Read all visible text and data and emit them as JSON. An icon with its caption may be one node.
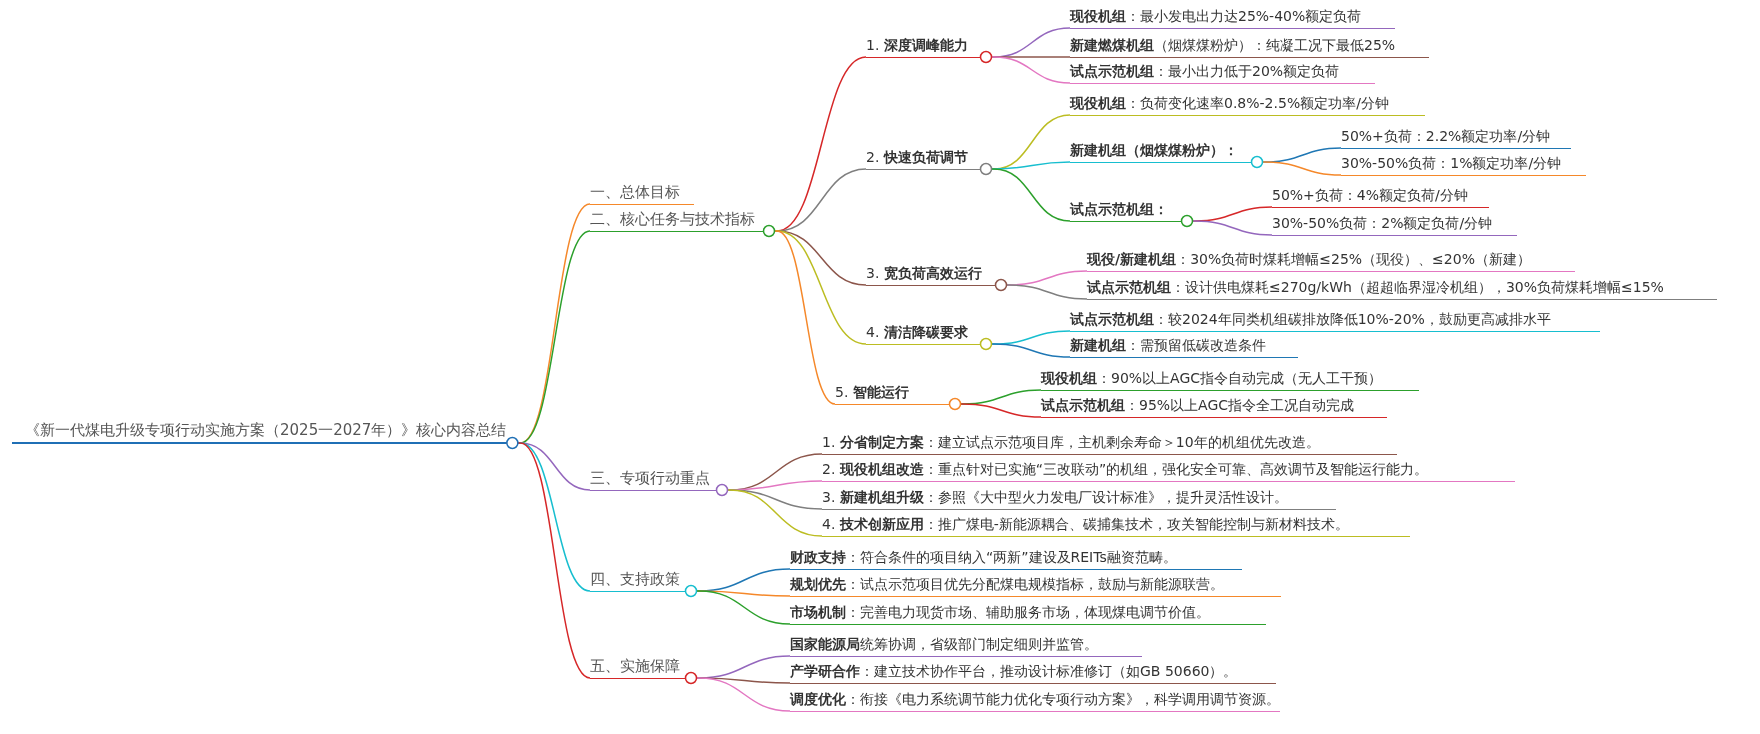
{
  "diagram": {
    "nodes": [
      {
        "text": [
          "《新一代煤电升级专项行动实施方案（2025一2027年）》核心内容总结"
        ]
      },
      {
        "text": [
          "一、总体目标"
        ]
      },
      {
        "text": [
          "二、核心任务与技术指标"
        ]
      },
      {
        "text": [
          "1. **深度调峰能力**"
        ]
      },
      {
        "text": [
          "**现役机组**：最小发电出力达25%-40%额定负荷"
        ]
      },
      {
        "text": [
          "**新建燃煤机组**（烟煤煤粉炉）：纯凝工况下最低25%"
        ]
      },
      {
        "text": [
          "**试点示范机组**：最小出力低于20%额定负荷"
        ]
      },
      {
        "text": [
          "2. **快速负荷调节**"
        ]
      },
      {
        "text": [
          "**现役机组**：负荷变化速率0.8%-2.5%额定功率/分钟"
        ]
      },
      {
        "text": [
          "新建机组（烟煤煤粉炉）："
        ]
      },
      {
        "text": [
          "50%+负荷：2.2%额定功率/分钟"
        ]
      },
      {
        "text": [
          "30%-50%负荷：1%额定功率/分钟"
        ]
      },
      {
        "text": [
          "试点示范机组："
        ]
      },
      {
        "text": [
          "50%+负荷：4%额定负荷/分钟"
        ]
      },
      {
        "text": [
          "30%-50%负荷：2%额定负荷/分钟"
        ]
      },
      {
        "text": [
          "3. **宽负荷高效运行**"
        ]
      },
      {
        "text": [
          "**现役/新建机组**：30%负荷时煤耗增幅≤25%（现役）、≤20%（新建）"
        ]
      },
      {
        "text": [
          "**试点示范机组**：设计供电煤耗≤270g/kWh（超超临界湿冷机组），30%负荷煤耗增幅≤15%"
        ]
      },
      {
        "text": [
          "4. **清洁降碳要求**"
        ]
      },
      {
        "text": [
          "**试点示范机组**：较2024年同类机组碳排放降低10%-20%，鼓励更高减排水平"
        ]
      },
      {
        "text": [
          "**新建机组**：需预留低碳改造条件"
        ]
      },
      {
        "text": [
          "5. **智能运行**"
        ]
      },
      {
        "text": [
          "**现役机组**：90%以上AGC指令自动完成（无人工干预）"
        ]
      },
      {
        "text": [
          "**试点示范机组**：95%以上AGC指令全工况自动完成"
        ]
      },
      {
        "text": [
          "三、专项行动重点"
        ]
      },
      {
        "text": [
          "1. **分省制定方案**：建立试点示范项目库，主机剩余寿命＞10年的机组优先改造。"
        ]
      },
      {
        "text": [
          "2. **现役机组改造**：重点针对已实施“三改联动”的机组，强化安全可靠、高效调节及智能运行能力。"
        ]
      },
      {
        "text": [
          "3. **新建机组升级**：参照《大中型火力发电厂设计标准》，提升灵活性设计。"
        ]
      },
      {
        "text": [
          "4. **技术创新应用**：推广煤电-新能源耦合、碳捕集技术，攻关智能控制与新材料技术。"
        ]
      },
      {
        "text": [
          "四、支持政策"
        ]
      },
      {
        "text": [
          "**财政支持**：符合条件的项目纳入“两新”建设及REITs融资范畴。"
        ]
      },
      {
        "text": [
          "**规划优先**：试点示范项目优先分配煤电规模指标，鼓励与新能源联营。"
        ]
      },
      {
        "text": [
          "**市场机制**：完善电力现货市场、辅助服务市场，体现煤电调节价值。"
        ]
      },
      {
        "text": [
          "五、实施保障"
        ]
      },
      {
        "text": [
          "**国家能源局**统筹协调，省级部门制定细则并监管。"
        ]
      },
      {
        "text": [
          "**产学研合作**：建立技术协作平台，推动设计标准修订（如GB 50660）。"
        ]
      },
      {
        "text": [
          "**调度优化**：衔接《电力系统调节能力优化专项行动方案》，科学调用调节资源。"
        ]
      }
    ],
    "edges": [
      {
        "from": 0,
        "to": 1,
        "arrow": "none",
        "color": "#f5882a"
      },
      {
        "from": 0,
        "to": 2,
        "arrow": "none",
        "color": "#2ca02c"
      },
      {
        "from": 2,
        "to": 3,
        "arrow": "none",
        "color": "#d62728"
      },
      {
        "from": 3,
        "to": 4,
        "arrow": "none",
        "color": "#9467bd"
      },
      {
        "from": 3,
        "to": 5,
        "arrow": "none",
        "color": "#8c564b"
      },
      {
        "from": 3,
        "to": 6,
        "arrow": "none",
        "color": "#e377c2"
      },
      {
        "from": 2,
        "to": 7,
        "arrow": "none",
        "color": "#7f7f7f"
      },
      {
        "from": 7,
        "to": 8,
        "arrow": "none",
        "color": "#bcbd22"
      },
      {
        "from": 7,
        "to": 9,
        "arrow": "none",
        "color": "#17becf"
      },
      {
        "from": 9,
        "to": 10,
        "arrow": "none",
        "color": "#1f77b4"
      },
      {
        "from": 9,
        "to": 11,
        "arrow": "none",
        "color": "#f5882a"
      },
      {
        "from": 7,
        "to": 12,
        "arrow": "none",
        "color": "#2ca02c"
      },
      {
        "from": 12,
        "to": 13,
        "arrow": "none",
        "color": "#d62728"
      },
      {
        "from": 12,
        "to": 14,
        "arrow": "none",
        "color": "#9467bd"
      },
      {
        "from": 2,
        "to": 15,
        "arrow": "none",
        "color": "#8c564b"
      },
      {
        "from": 15,
        "to": 16,
        "arrow": "none",
        "color": "#e377c2"
      },
      {
        "from": 15,
        "to": 17,
        "arrow": "none",
        "color": "#7f7f7f"
      },
      {
        "from": 2,
        "to": 18,
        "arrow": "none",
        "color": "#bcbd22"
      },
      {
        "from": 18,
        "to": 19,
        "arrow": "none",
        "color": "#17becf"
      },
      {
        "from": 18,
        "to": 20,
        "arrow": "none",
        "color": "#1f77b4"
      },
      {
        "from": 2,
        "to": 21,
        "arrow": "none",
        "color": "#f5882a"
      },
      {
        "from": 21,
        "to": 22,
        "arrow": "none",
        "color": "#2ca02c"
      },
      {
        "from": 21,
        "to": 23,
        "arrow": "none",
        "color": "#d62728"
      },
      {
        "from": 0,
        "to": 24,
        "arrow": "none",
        "color": "#9467bd"
      },
      {
        "from": 24,
        "to": 25,
        "arrow": "none",
        "color": "#8c564b"
      },
      {
        "from": 24,
        "to": 26,
        "arrow": "none",
        "color": "#e377c2"
      },
      {
        "from": 24,
        "to": 27,
        "arrow": "none",
        "color": "#7f7f7f"
      },
      {
        "from": 24,
        "to": 28,
        "arrow": "none",
        "color": "#bcbd22"
      },
      {
        "from": 0,
        "to": 29,
        "arrow": "none",
        "color": "#17becf"
      },
      {
        "from": 29,
        "to": 30,
        "arrow": "none",
        "color": "#1f77b4"
      },
      {
        "from": 29,
        "to": 31,
        "arrow": "none",
        "color": "#f5882a"
      },
      {
        "from": 29,
        "to": 32,
        "arrow": "none",
        "color": "#2ca02c"
      },
      {
        "from": 0,
        "to": 33,
        "arrow": "none",
        "color": "#d62728"
      },
      {
        "from": 33,
        "to": 34,
        "arrow": "none",
        "color": "#9467bd"
      },
      {
        "from": 33,
        "to": 35,
        "arrow": "none",
        "color": "#8c564b"
      },
      {
        "from": 33,
        "to": 36,
        "arrow": "none",
        "color": "#e377c2"
      }
    ]
  }
}
